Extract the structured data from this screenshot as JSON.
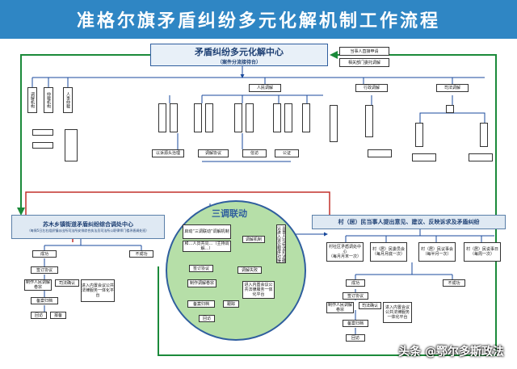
{
  "title": "准格尔旗矛盾纠纷多元化解机制工作流程",
  "center": {
    "title": "矛盾纠纷多元化解中心",
    "subtitle": "（案件分流接待台）"
  },
  "top_right": {
    "box1": "当事人直接申请",
    "box2": "相关部门委托调解"
  },
  "top_sections": {
    "left_a": "调解机构",
    "left_b": "仲裁机构",
    "left_c": "人事仲裁",
    "mid": "人民调解",
    "right_a": "行政调解",
    "right_b": "司法调解"
  },
  "mid_labels": {
    "a": "以诉源头治理",
    "b": "调解协议",
    "c": "信访",
    "d": "公证"
  },
  "left_section": {
    "header": "苏木乡镇街道矛盾纠纷综合调处中心",
    "subheader": "（每周5日左右组织镇派出所司法所安排综合执法员司法所公职律师门楼矛盾调处班）",
    "ok": "成功",
    "fail": "不成功",
    "agreement": "签订协议",
    "appoint": "制作人民调解卷宗",
    "reject": "司法确认",
    "archive": "备案归档",
    "return": "回访",
    "report": "报备",
    "push": "进入内置会议公共法律服务一体化平台"
  },
  "circle": {
    "title": "三调联动",
    "start": "启动“三调联动”调解机制",
    "detail": "和…人员共同…（主持调解…）",
    "mediate": "调解机制",
    "agreement": "签订协议",
    "record": "制作调解卷宗",
    "file": "备案归档",
    "return": "回访",
    "track": "跟踪",
    "unlit": "调解失败",
    "push": "进入内置会议公共法律服务一体化平台",
    "vertical": "当事人可申请司法确认进入诉讼程序对接"
  },
  "right_section": {
    "header": "村（居）民当事人提出意见、建议、反映诉求及矛盾纠纷",
    "cols": [
      "村社区矛盾调处中心",
      "村（居）民委员会",
      "村（居）民议事会",
      "村（居）民说事日"
    ],
    "subs": [
      "（每月月末一次）",
      "（每月月底一次）",
      "（每半月一次）",
      "（每周一次）"
    ],
    "ok": "成功",
    "fail": "不成功",
    "agreement": "签订协议",
    "record": "制作人民调解卷宗",
    "confirm": "司法确认",
    "archive": "备案归档",
    "return": "回访",
    "push": "进入内置会议公共法律服务一体化平台"
  },
  "watermark": "头条 @鄂尔多斯政法",
  "colors": {
    "title_bar": "#2f86c4",
    "circle_fill": "#b6dfa8",
    "arrow_green": "#1b8a3a",
    "arrow_red": "#c2302b",
    "line_blue": "#1a4a9c"
  }
}
